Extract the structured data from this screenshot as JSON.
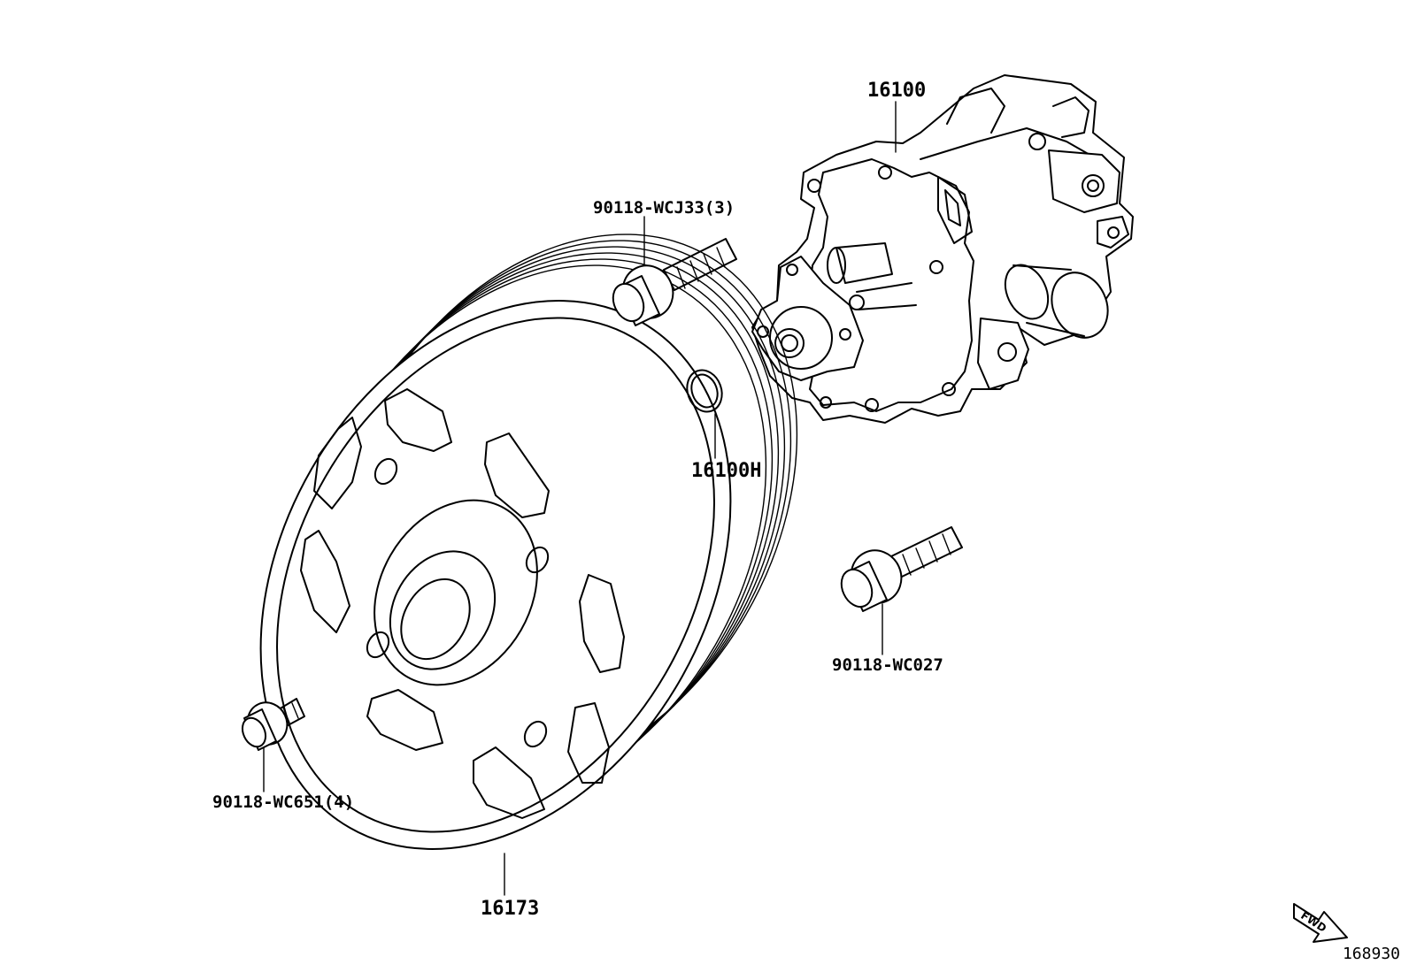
{
  "parts": {
    "water_pump": {
      "part_no": "16100"
    },
    "gasket": {
      "part_no": "16100H"
    },
    "pulley": {
      "part_no": "16173"
    },
    "bolt_upper": {
      "part_no": "90118-WCJ33(3)"
    },
    "bolt_right": {
      "part_no": "90118-WC027"
    },
    "bolt_pulley": {
      "part_no": "90118-WC651(4)"
    }
  },
  "direction_arrow": {
    "label": "FWD"
  },
  "figure_id": "168930"
}
